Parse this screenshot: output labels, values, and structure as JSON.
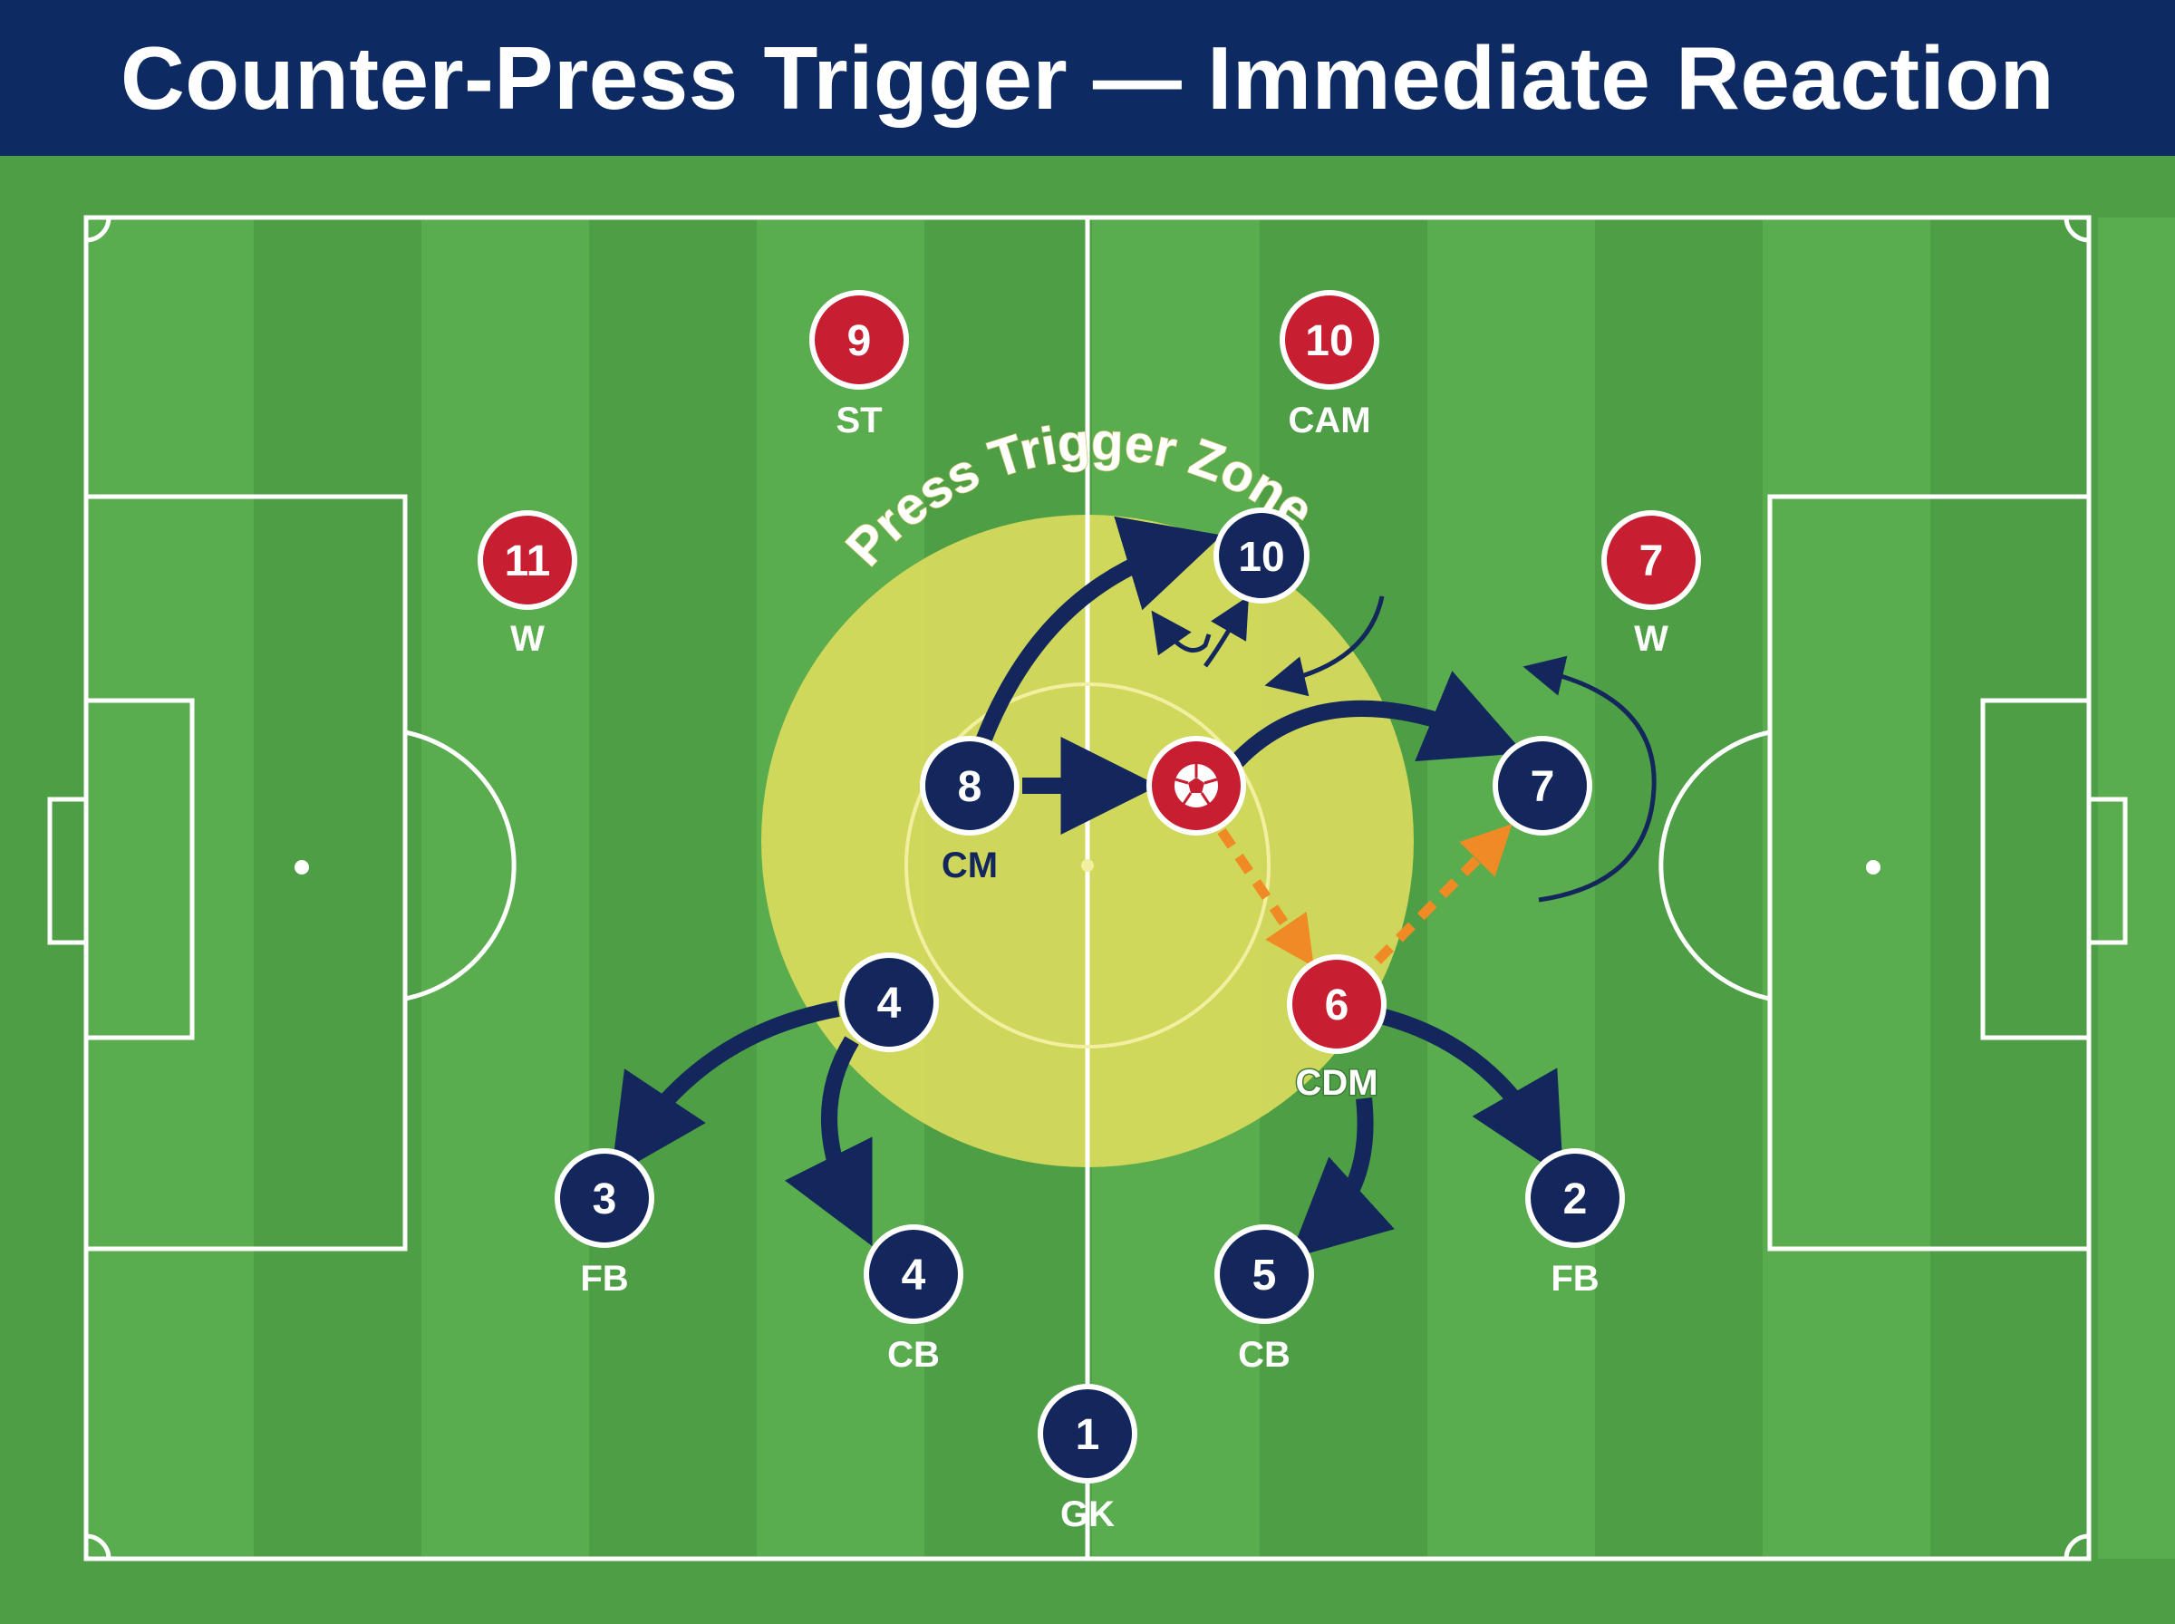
{
  "title": "Counter-Press Trigger — Immediate Reaction",
  "zone_label": "Press Trigger Zone",
  "colors": {
    "title_bar": "#0d2a63",
    "grass_light": "#5aad4e",
    "grass_dark": "#4e9e45",
    "lines": "#ffffff",
    "zone": "#d8dc5c",
    "team_blue": "#14275c",
    "team_red": "#c81e31",
    "pass_orange": "#f08a24"
  },
  "players": {
    "opp_st": {
      "number": "9",
      "role": "ST"
    },
    "opp_cam": {
      "number": "10",
      "role": "CAM"
    },
    "opp_w_left": {
      "number": "11",
      "role": "W"
    },
    "opp_w_right": {
      "number": "7",
      "role": "W"
    },
    "opp_cdm": {
      "number": "6",
      "role": "CDM"
    },
    "ball_carrier": {
      "icon": "soccer-ball-icon"
    },
    "own_cm": {
      "number": "8",
      "role": "CM"
    },
    "own_10": {
      "number": "10"
    },
    "own_7": {
      "number": "7"
    },
    "own_4_mid": {
      "number": "4"
    },
    "own_fb_left": {
      "number": "3",
      "role": "FB"
    },
    "own_cb_left": {
      "number": "4",
      "role": "CB"
    },
    "own_cb_right": {
      "number": "5",
      "role": "CB"
    },
    "own_fb_right": {
      "number": "2",
      "role": "FB"
    },
    "own_gk": {
      "number": "1",
      "role": "GK"
    }
  }
}
